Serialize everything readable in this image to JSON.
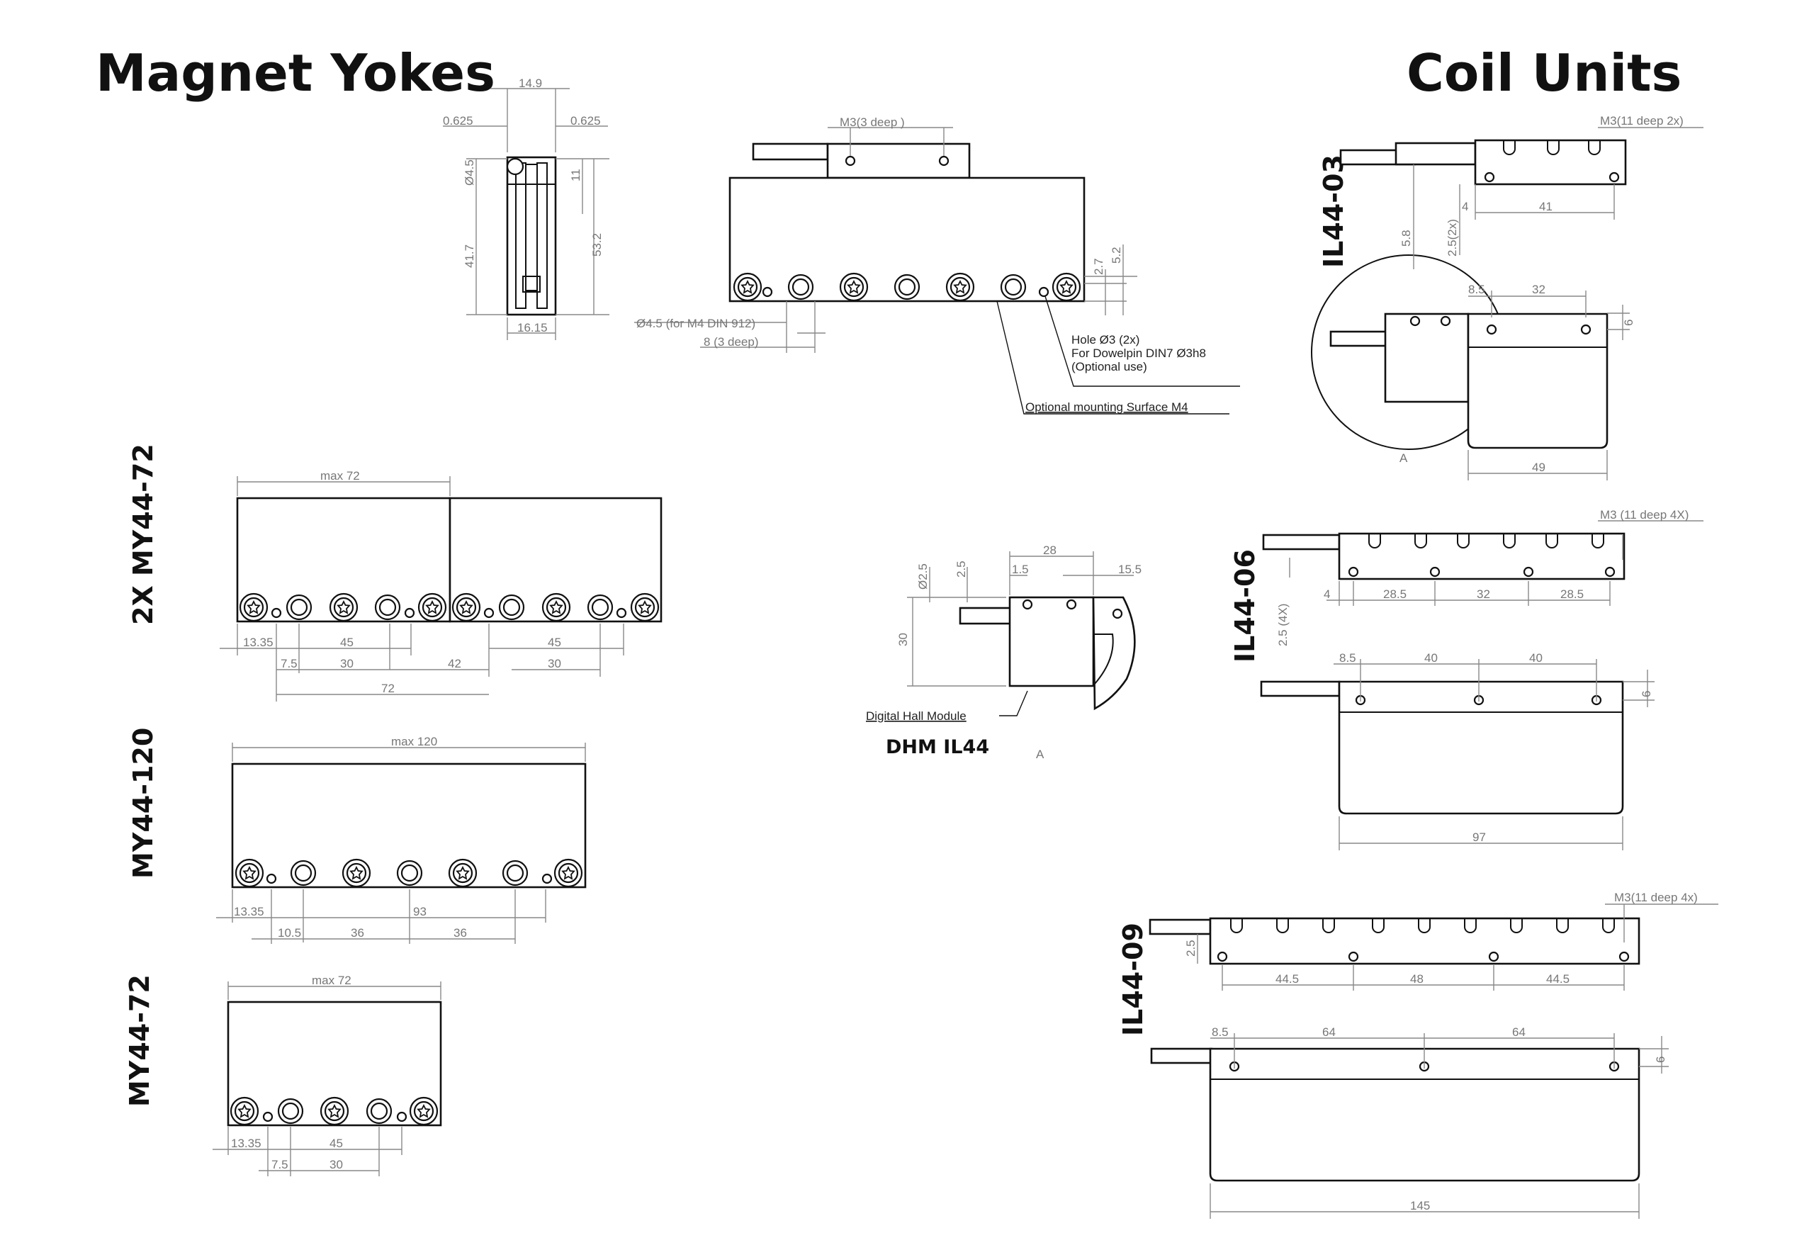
{
  "titles": {
    "magnet_yokes": "Magnet Yokes",
    "coil_units": "Coil Units"
  },
  "labels": {
    "two_x_my44_72": "2X MY44-72",
    "my44_120": "MY44-120",
    "my44_72": "MY44-72",
    "il44_03": "IL44-03",
    "il44_06": "IL44-06",
    "il44_09": "IL44-09",
    "dhm": "DHM IL44",
    "digital_hall_module": "Digital Hall Module",
    "detail_a": "A",
    "detail_a2": "A"
  },
  "notes": {
    "hole_line1": "Hole Ø3 (2x)",
    "hole_line2": "For Dowelpin DIN7 Ø3h8",
    "hole_line3": "(Optional use)",
    "mounting": "Optional mounting Surface M4",
    "m4_din": "Ø4.5 (for M4 DIN 912)",
    "depth8": "8 (3 deep)",
    "m3_3deep": "M3(3 deep )",
    "m3_11deep_2x": "M3(11 deep 2x)",
    "m3_11deep_4X": "M3 (11 deep 4X)",
    "m3_11deep_4x": "M3(11 deep 4x)"
  },
  "dims": {
    "side_14_9": "14.9",
    "side_0625a": "0.625",
    "side_0625b": "0.625",
    "side_d4_5": "Ø4.5",
    "side_11": "11",
    "side_41_7": "41.7",
    "side_53_2": "53.2",
    "side_16_15": "16.15",
    "front_2_7": "2.7",
    "front_5_2": "5.2",
    "y2_max72": "max 72",
    "y2_13_35": "13.35",
    "y2_45a": "45",
    "y2_7_5": "7.5",
    "y2_30a": "30",
    "y2_42": "42",
    "y2_45b": "45",
    "y2_30b": "30",
    "y2_72": "72",
    "y120_max": "max 120",
    "y120_13_35": "13.35",
    "y120_93": "93",
    "y120_10_5": "10.5",
    "y120_36a": "36",
    "y120_36b": "36",
    "y72_max": "max 72",
    "y72_13_35": "13.35",
    "y72_45": "45",
    "y72_7_5": "7.5",
    "y72_30": "30",
    "c3_4": "4",
    "c3_41": "41",
    "c3_5_8": "5.8",
    "c3_2_5": "2.5(2x)",
    "c3_8_5": "8.5",
    "c3_32": "32",
    "c3_6": "6",
    "c3_49": "49",
    "c6_4": "4",
    "c6_28_5a": "28.5",
    "c6_32": "32",
    "c6_28_5b": "28.5",
    "c6_2_5": "2.5 (4X)",
    "c6_8_5": "8.5",
    "c6_40a": "40",
    "c6_40b": "40",
    "c6_6": "6",
    "c6_97": "97",
    "c9_2_5": "2.5",
    "c9_44_5a": "44.5",
    "c9_48": "48",
    "c9_44_5b": "44.5",
    "c9_8_5": "8.5",
    "c9_64a": "64",
    "c9_64b": "64",
    "c9_6": "6",
    "c9_145": "145",
    "h_28": "28",
    "h_1_5": "1.5",
    "h_15_5": "15.5",
    "h_d2_5": "Ø2.5",
    "h_2_5": "2.5",
    "h_30": "30"
  }
}
